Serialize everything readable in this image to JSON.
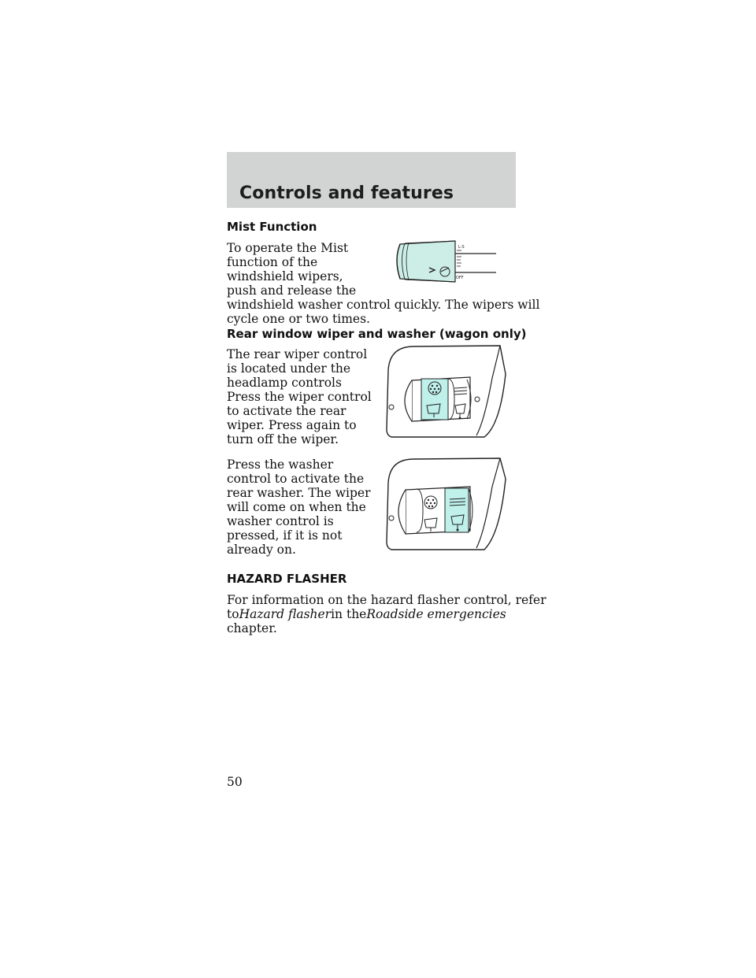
{
  "header": {
    "title": "Controls and features"
  },
  "sections": {
    "mist": {
      "heading": "Mist Function",
      "lines": [
        "To operate the Mist",
        "function of the",
        "windshield wipers,",
        "push and release the",
        "windshield washer control quickly. The wipers will",
        "cycle one or two times."
      ],
      "stalk_labels": {
        "top": "L-S",
        "bottom": "OFF"
      }
    },
    "rear": {
      "heading": "Rear window wiper and washer (wagon only)",
      "lines": [
        "The rear wiper control",
        "is located under the",
        "headlamp controls",
        "Press the wiper control",
        "to activate the rear",
        "wiper. Press again to",
        "turn off the wiper."
      ],
      "washer_lines": [
        "Press the washer",
        "control to activate the",
        "rear washer. The wiper",
        "will come on when the",
        "washer control is",
        "pressed, if it is not",
        "already on."
      ]
    },
    "hazard": {
      "heading": "HAZARD FLASHER",
      "line1": "For information on the hazard flasher control, refer",
      "line2_prefix": "to",
      "line2_italic1": "Hazard flasher",
      "line2_mid": "in the",
      "line2_italic2": "Roadside emergencies",
      "line3": "chapter."
    }
  },
  "footer": {
    "page_number": "50"
  },
  "colors": {
    "header_band": "#d2d4d3",
    "highlight": "#bff0ea",
    "stalk_tip": "#cdeee7"
  }
}
